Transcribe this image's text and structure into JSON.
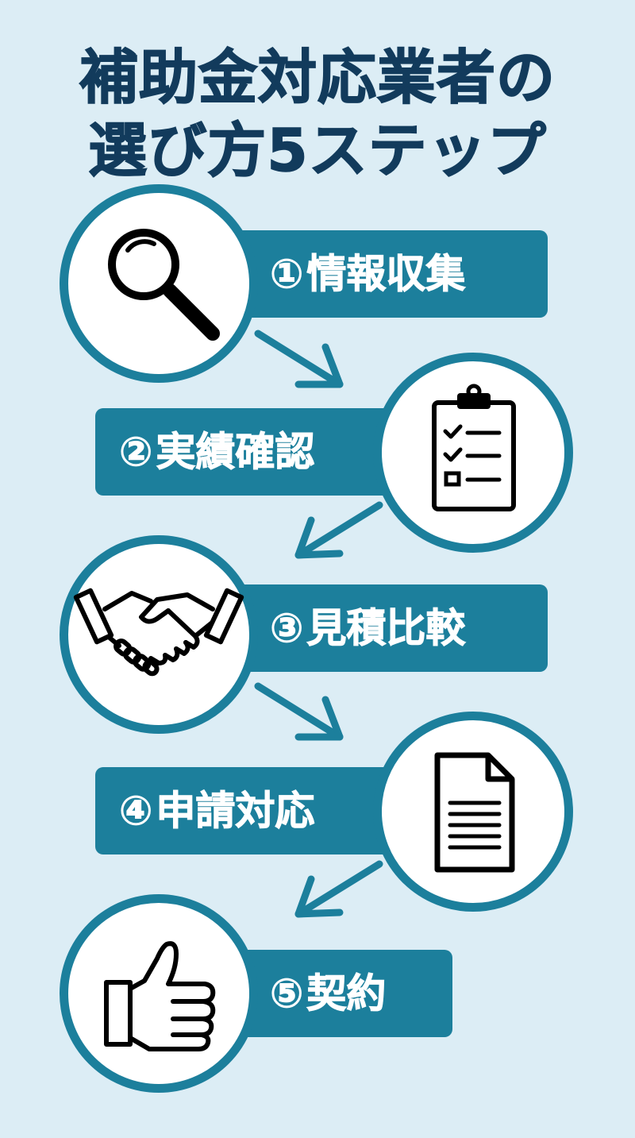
{
  "title": {
    "line1": "補助金対応業者の",
    "line2": "選び方5ステップ"
  },
  "colors": {
    "background": "#dcedf5",
    "accent": "#1c7f9c",
    "title": "#123b5c",
    "icon": "#000000"
  },
  "steps": [
    {
      "number": "①",
      "label": "情報収集",
      "icon": "magnifier-icon"
    },
    {
      "number": "②",
      "label": "実績確認",
      "icon": "clipboard-checklist-icon"
    },
    {
      "number": "③",
      "label": "見積比較",
      "icon": "handshake-icon"
    },
    {
      "number": "④",
      "label": "申請対応",
      "icon": "document-icon"
    },
    {
      "number": "⑤",
      "label": "契約",
      "icon": "thumbs-up-icon"
    }
  ]
}
